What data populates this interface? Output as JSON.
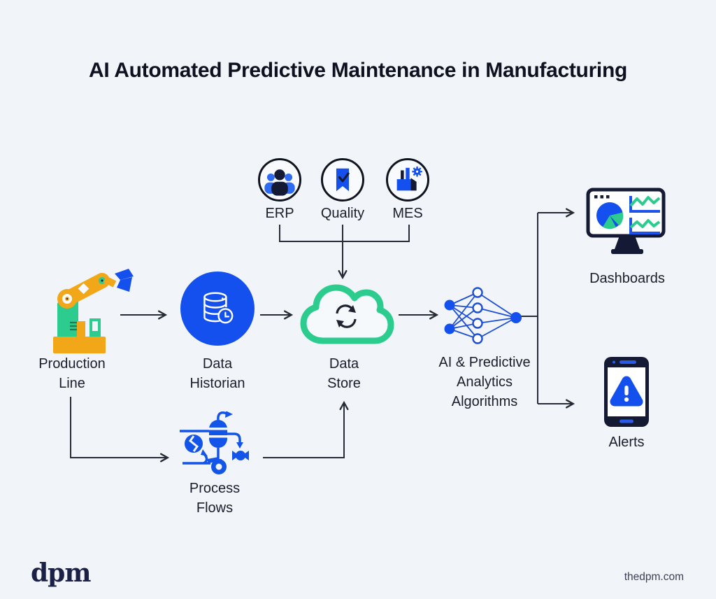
{
  "title": "AI Automated Predictive Maintenance in Manufacturing",
  "sources": {
    "erp": "ERP",
    "quality": "Quality",
    "mes": "MES"
  },
  "nodes": {
    "production": {
      "line1": "Production",
      "line2": "Line"
    },
    "historian": {
      "line1": "Data",
      "line2": "Historian"
    },
    "store": {
      "line1": "Data",
      "line2": "Store"
    },
    "ai": {
      "line1": "AI & Predictive",
      "line2": "Analytics",
      "line3": "Algorithms"
    },
    "dashboards": {
      "label": "Dashboards"
    },
    "alerts": {
      "label": "Alerts"
    },
    "process": {
      "line1": "Process",
      "line2": "Flows"
    }
  },
  "footer": {
    "logo": "dpm",
    "site": "thedpm.com"
  },
  "colors": {
    "background": "#f1f4f8",
    "primary_blue": "#1350ee",
    "medium_blue": "#2e6bf2",
    "green": "#2bcc8e",
    "orange": "#f2a718",
    "dark_navy": "#141a33",
    "line": "#262b38",
    "text": "#1a1e2c"
  }
}
